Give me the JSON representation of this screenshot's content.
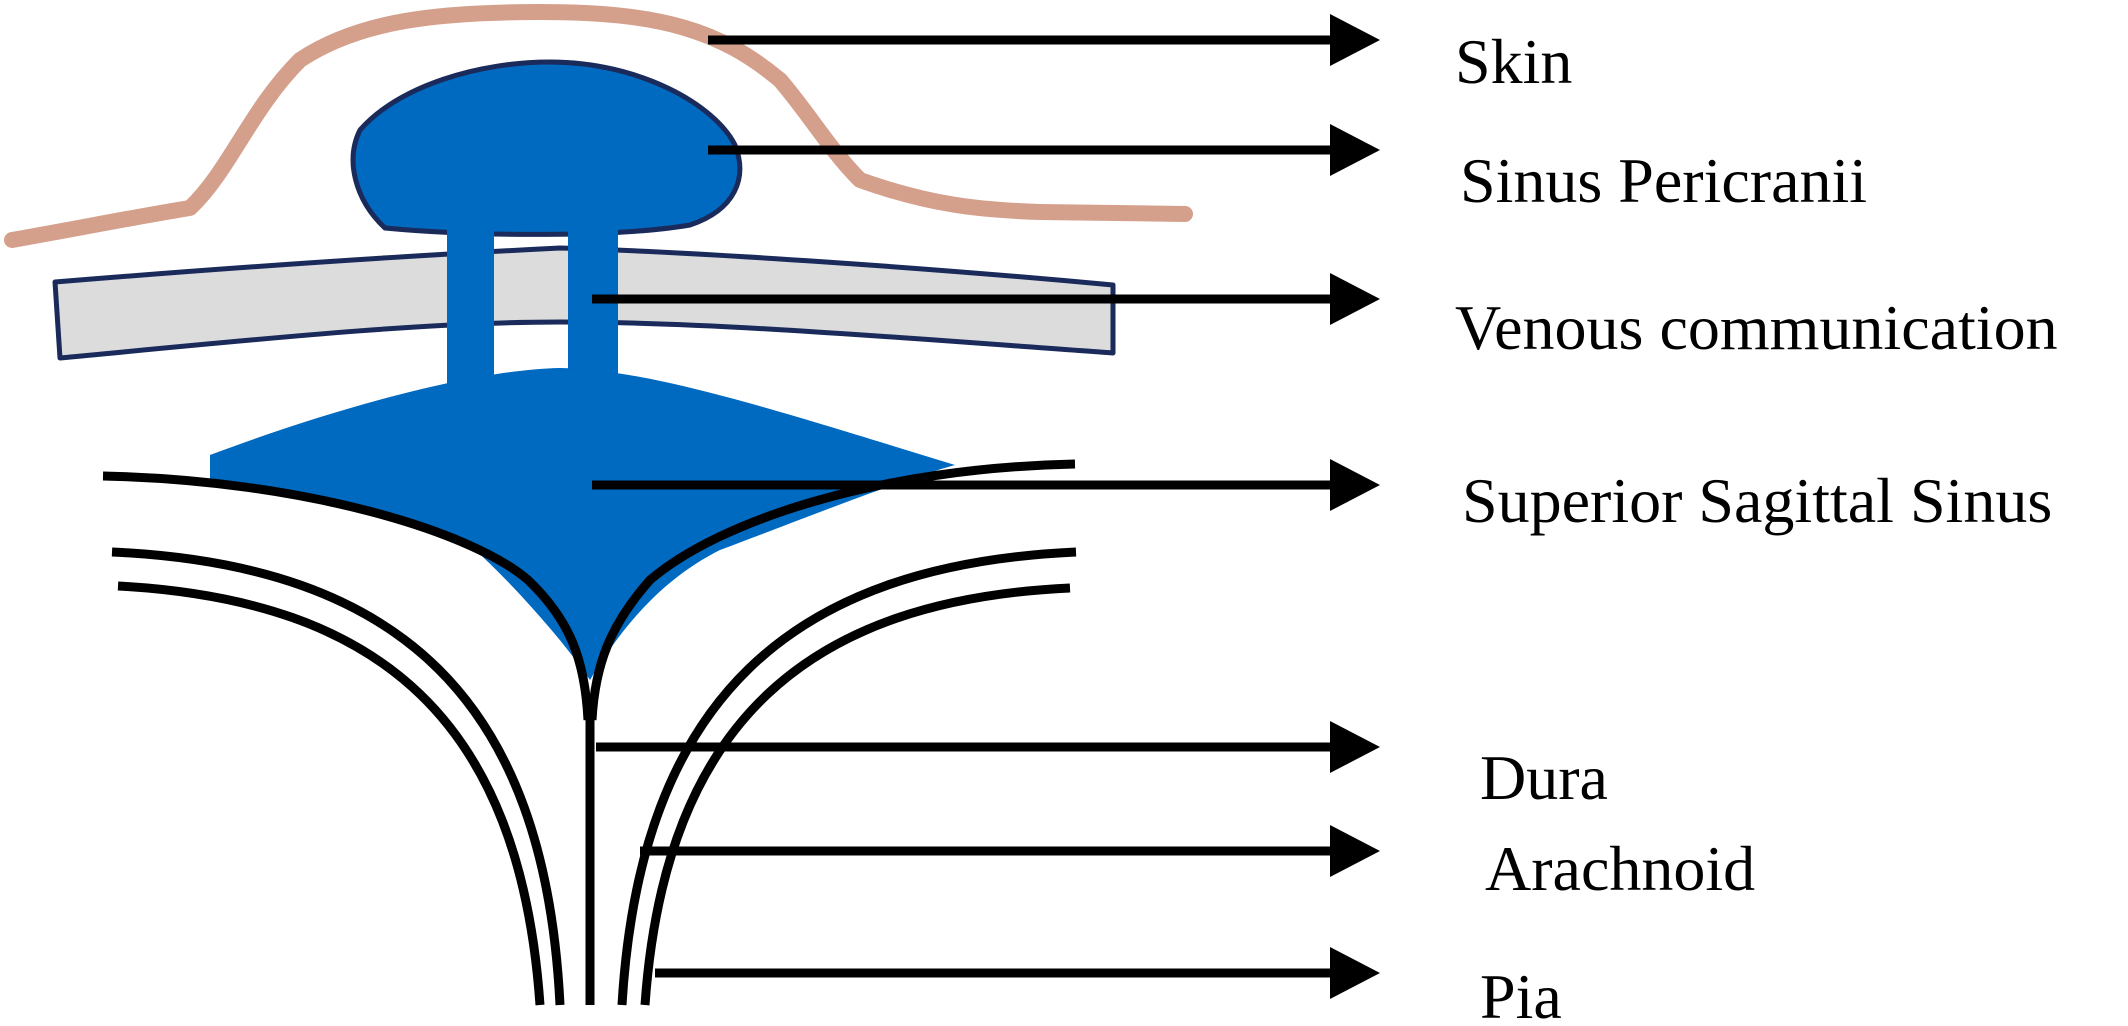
{
  "labels": {
    "skin": "Skin",
    "sinus_pericranii": "Sinus Pericranii",
    "venous_communication": "Venous communication",
    "superior_sagittal_sinus": "Superior Sagittal Sinus",
    "dura": "Dura",
    "arachnoid": "Arachnoid",
    "pia": "Pia"
  },
  "colors": {
    "skin": "#D4A08C",
    "sinus": "#0069C0",
    "bone_fill": "#DCDCDC",
    "bone_stroke": "#1A2A5A",
    "line": "#000000"
  }
}
